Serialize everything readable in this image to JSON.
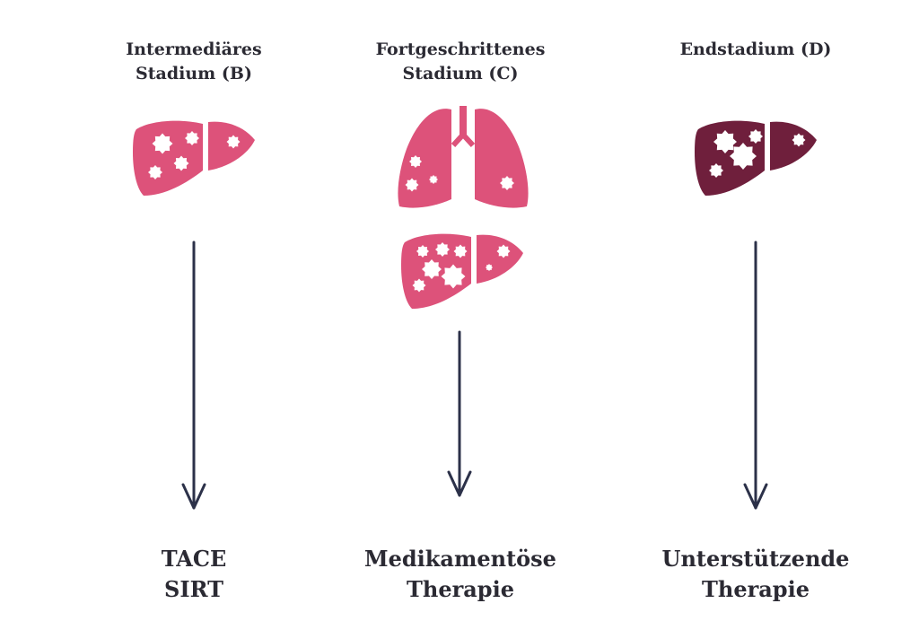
{
  "colors": {
    "stage_pink": "#dd527a",
    "stage_dark": "#6f1f3c",
    "arrow": "#2c3149",
    "text": "#2b2a33"
  },
  "stages": [
    {
      "title_lines": [
        "Intermediäres",
        "Stadium (B)"
      ],
      "icons": [
        "liver-with-tumors-icon"
      ],
      "therapy_lines": [
        "TACE",
        "SIRT"
      ]
    },
    {
      "title_lines": [
        "Fortgeschrittenes",
        "Stadium (C)"
      ],
      "icons": [
        "lungs-with-metastases-icon",
        "liver-with-tumors-icon"
      ],
      "therapy_lines": [
        "Medikamentöse",
        "Therapie"
      ]
    },
    {
      "title_lines": [
        "",
        "Endstadium (D)"
      ],
      "icons": [
        "liver-dark-with-tumors-icon"
      ],
      "therapy_lines": [
        "Unterstützende",
        "Therapie"
      ]
    }
  ]
}
